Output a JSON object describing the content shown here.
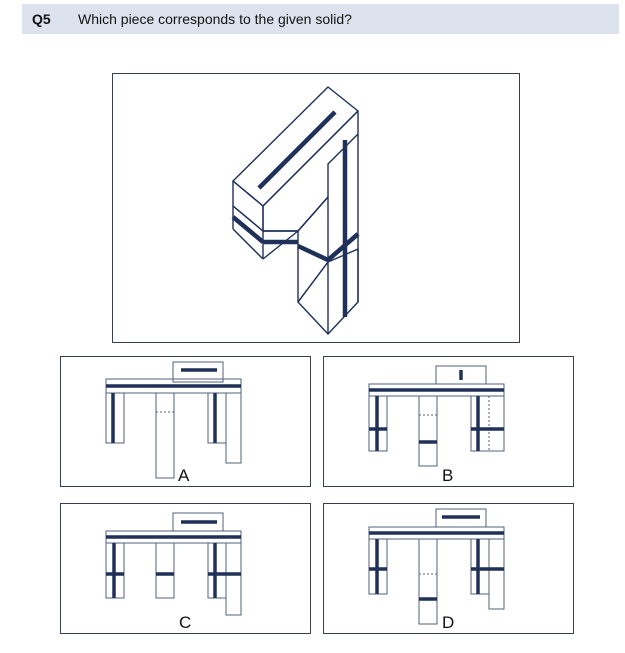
{
  "question": {
    "number": "Q5",
    "text": "Which piece corresponds to the given solid?"
  },
  "options": [
    {
      "label": "A"
    },
    {
      "label": "B"
    },
    {
      "label": "C"
    },
    {
      "label": "D"
    }
  ],
  "colors": {
    "line": "#1f3059",
    "thin_line": "#52607e",
    "header_bg": "#dde3ee"
  }
}
